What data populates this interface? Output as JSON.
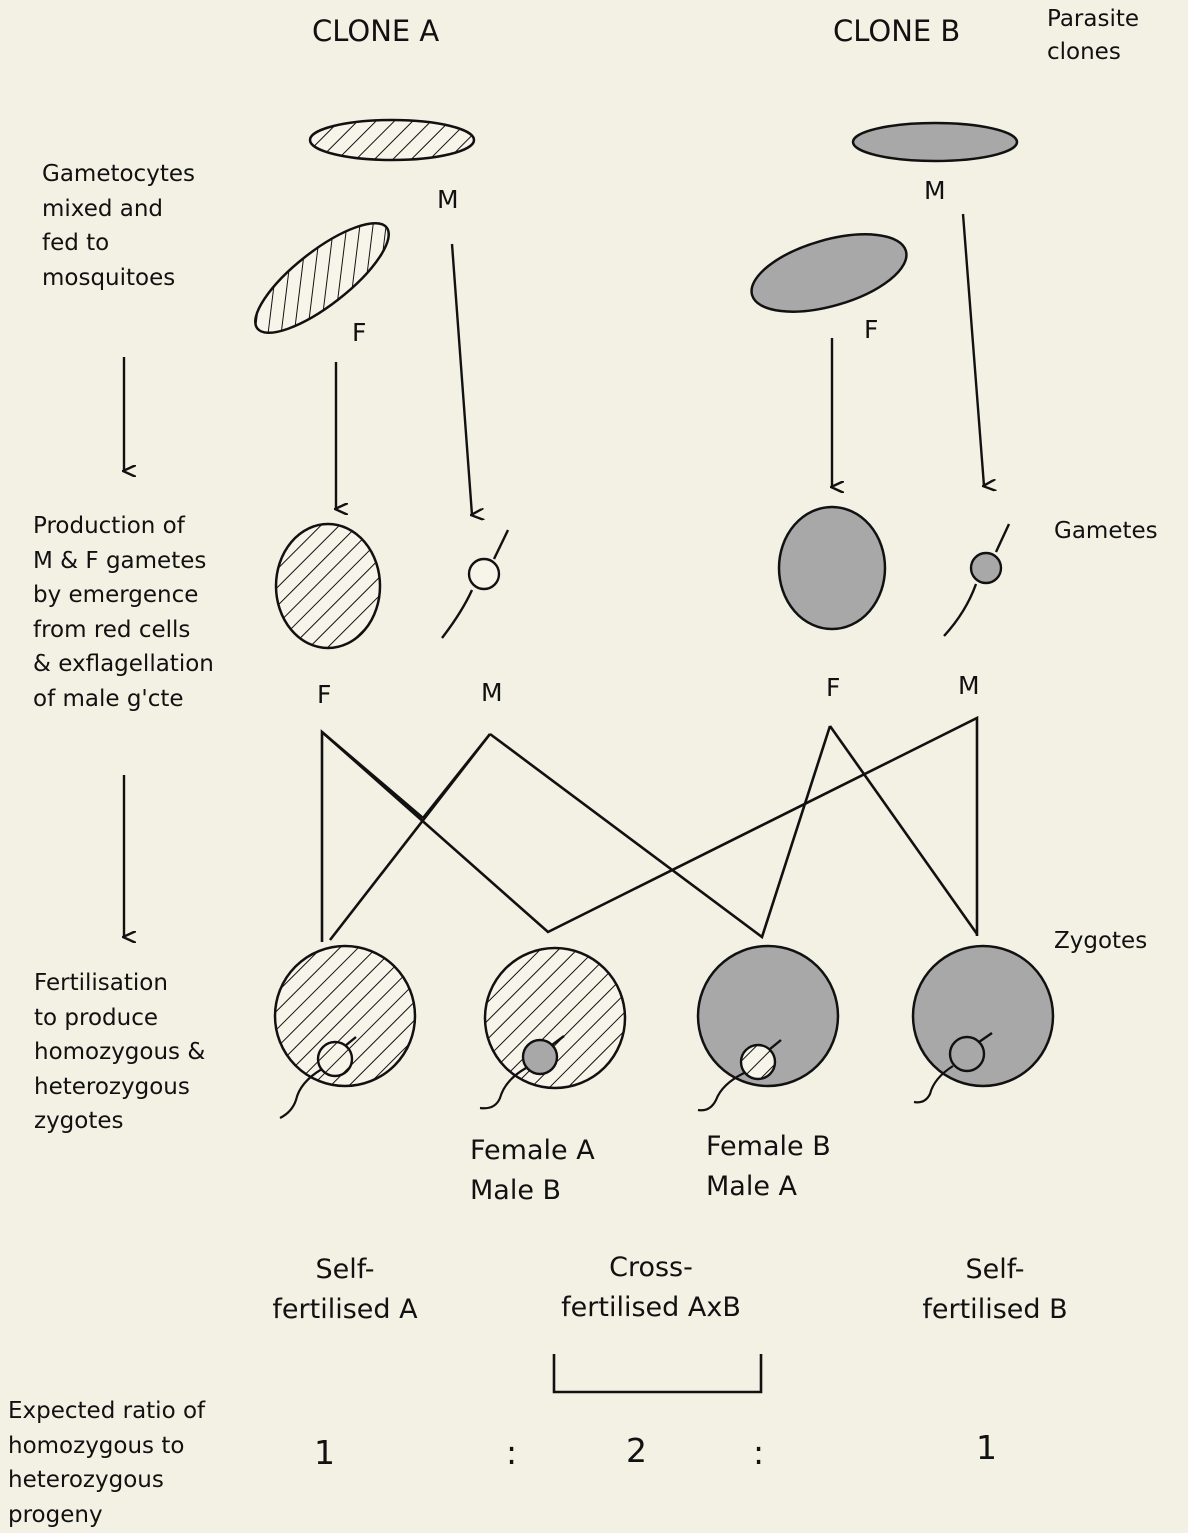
{
  "header": {
    "clone_a": "CLONE A",
    "clone_b": "CLONE B",
    "parasite_clones": "Parasite\nclones"
  },
  "left_labels": {
    "step1": "Gametocytes\nmixed and\nfed to\nmosquitoes",
    "step2": "Production of\nM & F gametes\nby emergence\nfrom red cells\n& exflagellation\nof male g'cte",
    "step3": "Fertilisation\nto produce\nhomozygous &\nheterozygous\nzygotes",
    "step4": "Expected ratio of\nhomozygous to\nheterozygous\nprogeny"
  },
  "right_labels": {
    "gametes": "Gametes",
    "zygotes": "Zygotes"
  },
  "gametocyte_labels": {
    "a_male": "M",
    "a_female": "F",
    "b_male": "M",
    "b_female": "F"
  },
  "gamete_labels": {
    "a_female": "F",
    "a_male": "M",
    "b_female": "F",
    "b_male": "M"
  },
  "cross_captions": {
    "zygote2": "Female A\nMale    B",
    "zygote3": "Female B\nMale   A"
  },
  "outcomes": {
    "self_a": "Self-\nfertilised A",
    "cross": "Cross-\nfertilised AxB",
    "self_b": "Self-\nfertilised B"
  },
  "ratio": {
    "v1": "1",
    "sep1": ":",
    "v2": "2",
    "sep2": ":",
    "v3": "1"
  },
  "colors": {
    "background": "#f3f1e4",
    "ink": "#111111",
    "clone_b_fill": "#a8a8a8",
    "clone_a_fill": "hatched"
  }
}
